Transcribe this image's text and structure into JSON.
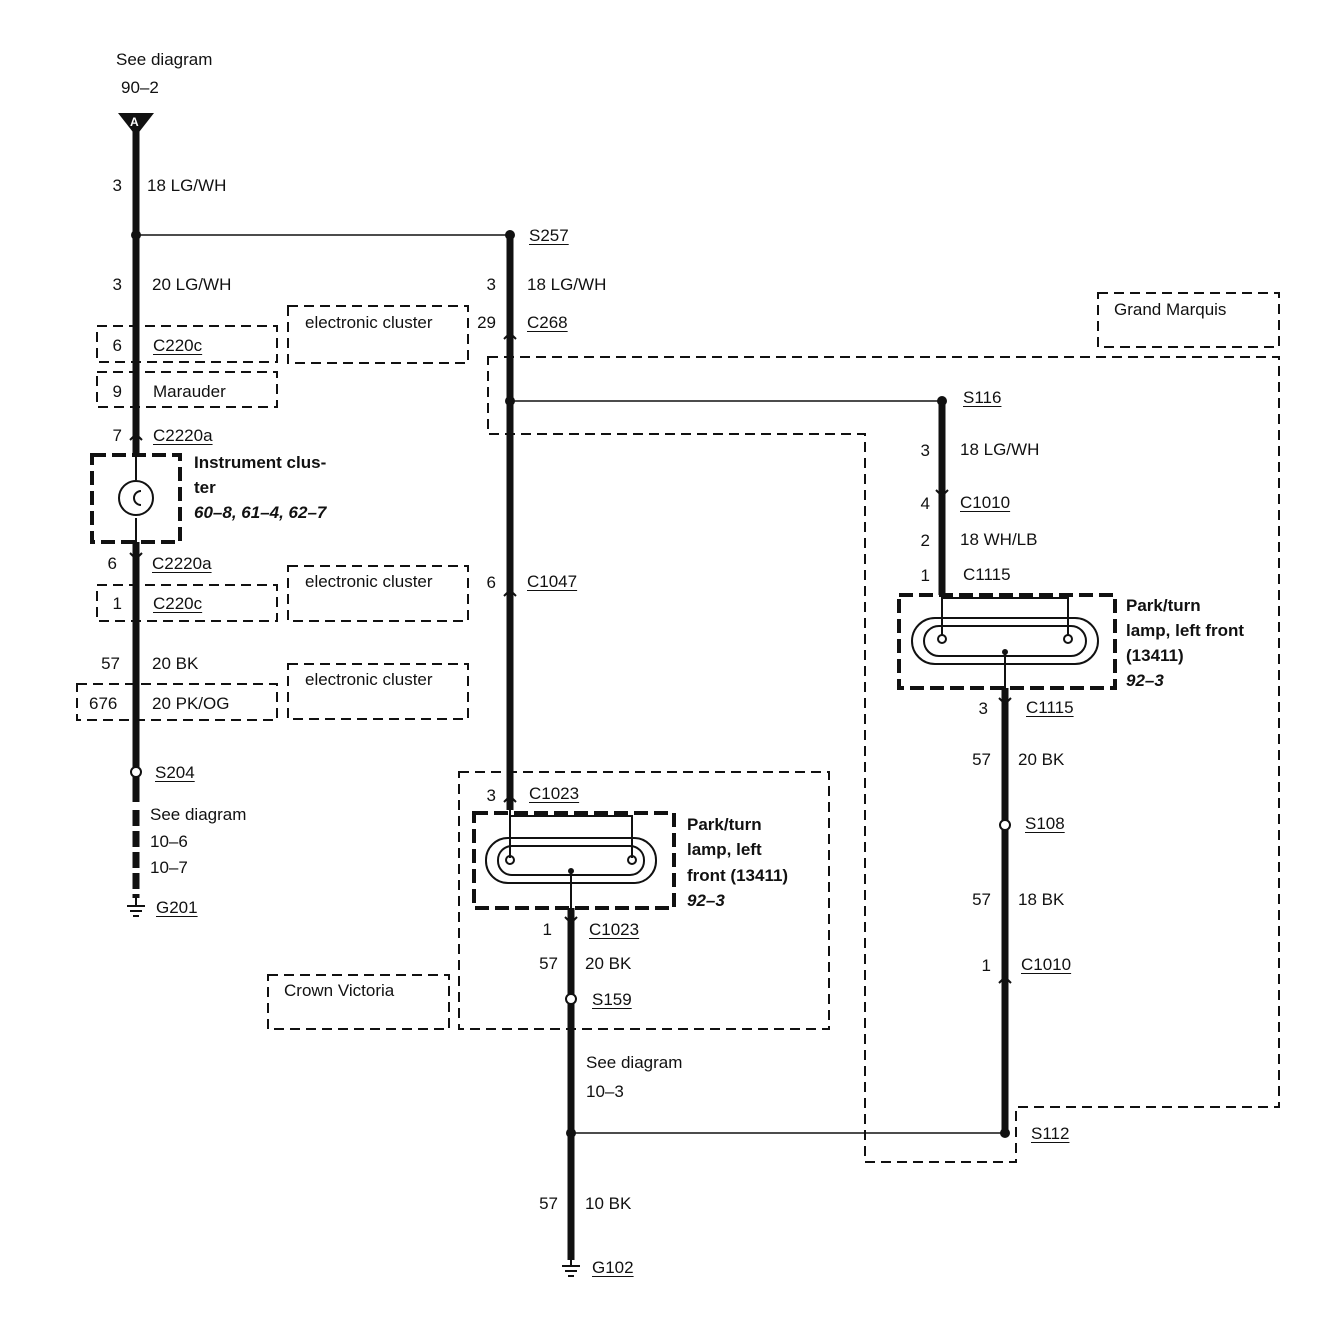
{
  "top_ref": {
    "line1": "See diagram",
    "line2": "90–2",
    "marker": "A"
  },
  "left": {
    "w1_pin": "3",
    "w1_wire": "18 LG/WH",
    "w2_pin": "3",
    "w2_wire": "20 LG/WH",
    "c220c_pin": "6",
    "c220c": "C220c",
    "marauder_pin": "9",
    "marauder": "Marauder",
    "ec1": "electronic cluster",
    "c2220a_top_pin": "7",
    "c2220a_top": "C2220a",
    "ic_line1": "Instrument clus-",
    "ic_line2": "ter",
    "ic_ref": "60–8, 61–4, 62–7",
    "c2220a_bot_pin": "6",
    "c2220a_bot": "C2220a",
    "c220c_bot_pin": "1",
    "c220c_bot": "C220c",
    "ec2": "electronic cluster",
    "w3_pin": "57",
    "w3_wire": "20 BK",
    "w4_pin": "676",
    "w4_wire": "20 PK/OG",
    "ec3": "electronic cluster",
    "s204": "S204",
    "ref_line1": "See diagram",
    "ref_line2": "10–6",
    "ref_line3": "10–7",
    "g201": "G201"
  },
  "middle": {
    "s257": "S257",
    "w1_pin": "3",
    "w1_wire": "18 LG/WH",
    "c268_pin": "29",
    "c268": "C268",
    "c1047_pin": "6",
    "c1047": "C1047",
    "c1023_top_pin": "3",
    "c1023_top": "C1023",
    "lamp_line1": "Park/turn",
    "lamp_line2": "lamp, left",
    "lamp_line3": "front (13411)",
    "lamp_ref": "92–3",
    "c1023_bot_pin": "1",
    "c1023_bot": "C1023",
    "w2_pin": "57",
    "w2_wire": "20 BK",
    "s159": "S159",
    "crown_victoria": "Crown Victoria",
    "ref_line1": "See diagram",
    "ref_line2": "10–3",
    "w3_pin": "57",
    "w3_wire": "10 BK",
    "g102": "G102"
  },
  "right": {
    "grand_marquis": "Grand Marquis",
    "s116": "S116",
    "w1_pin": "3",
    "w1_wire": "18 LG/WH",
    "c1010_top_pin": "4",
    "c1010_top": "C1010",
    "w2_pin": "2",
    "w2_wire": "18 WH/LB",
    "c1115_top_pin": "1",
    "c1115_top": "C1115",
    "lamp_line1": "Park/turn",
    "lamp_line2": "lamp, left front",
    "lamp_line3": "(13411)",
    "lamp_ref": "92–3",
    "c1115_bot_pin": "3",
    "c1115_bot": "C1115",
    "w3_pin": "57",
    "w3_wire": "20 BK",
    "s108": "S108",
    "w4_pin": "57",
    "w4_wire": "18 BK",
    "c1010_bot_pin": "1",
    "c1010_bot": "C1010",
    "s112": "S112"
  }
}
